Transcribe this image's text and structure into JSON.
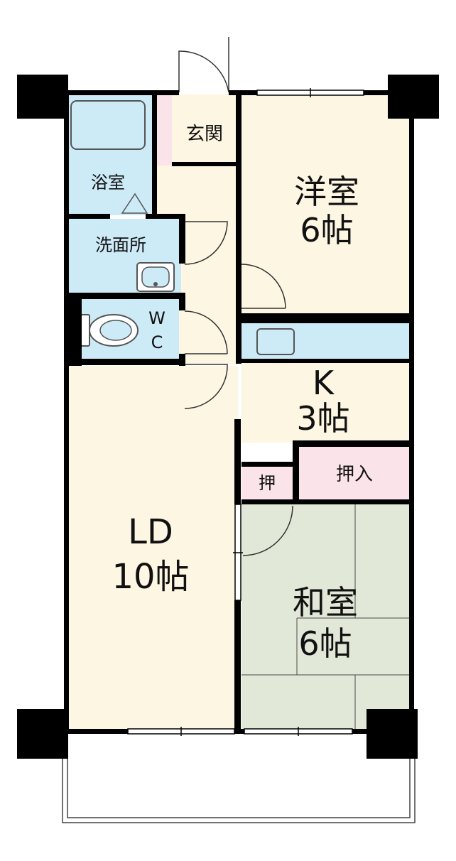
{
  "rooms": {
    "genkan": {
      "label": "玄関"
    },
    "bath": {
      "label": "浴室"
    },
    "senmen": {
      "label": "洗面所"
    },
    "wc": {
      "line1": "W",
      "line2": "C"
    },
    "western": {
      "name": "洋室",
      "size": "6帖"
    },
    "kitchen": {
      "name": "K",
      "size": "3帖"
    },
    "ld": {
      "name": "LD",
      "size": "10帖"
    },
    "japanese": {
      "name": "和室",
      "size": "6帖"
    },
    "oshi": {
      "label": "押"
    },
    "oshiire": {
      "label": "押入"
    }
  },
  "colors": {
    "floor": "#fdf6e3",
    "water": "#cdeaf7",
    "tatami": "#e2e8d8",
    "storage": "#fbe3ea",
    "wall": "#000000"
  }
}
